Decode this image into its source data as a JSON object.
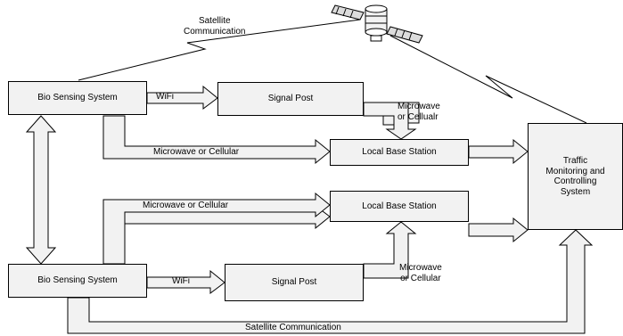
{
  "labels": {
    "satellite_top": [
      "Satellite",
      "Communication"
    ],
    "satellite_bottom": "Satellite Communication",
    "wifi_top": "WiFi",
    "wifi_bottom": "WiFi",
    "micro_cell_top": "Microwave or Cellular",
    "micro_cell_mid": "Microwave or Cellular",
    "micro_cellualr": [
      "Microwave",
      "or Cellualr"
    ],
    "micro_cell_bottom_right": [
      "Microwave",
      "or Cellular"
    ]
  },
  "boxes": {
    "bio_top": "Bio Sensing System",
    "bio_bottom": "Bio Sensing System",
    "signal_top": "Signal Post",
    "signal_bottom": "Signal Post",
    "base_top": "Local Base Station",
    "base_bottom": "Local Base Station",
    "traffic": [
      "Traffic",
      "Monitoring and",
      "Controlling",
      "System"
    ]
  },
  "colors": {
    "arrow_fill": "#f2f2f2",
    "stroke": "#000000"
  }
}
